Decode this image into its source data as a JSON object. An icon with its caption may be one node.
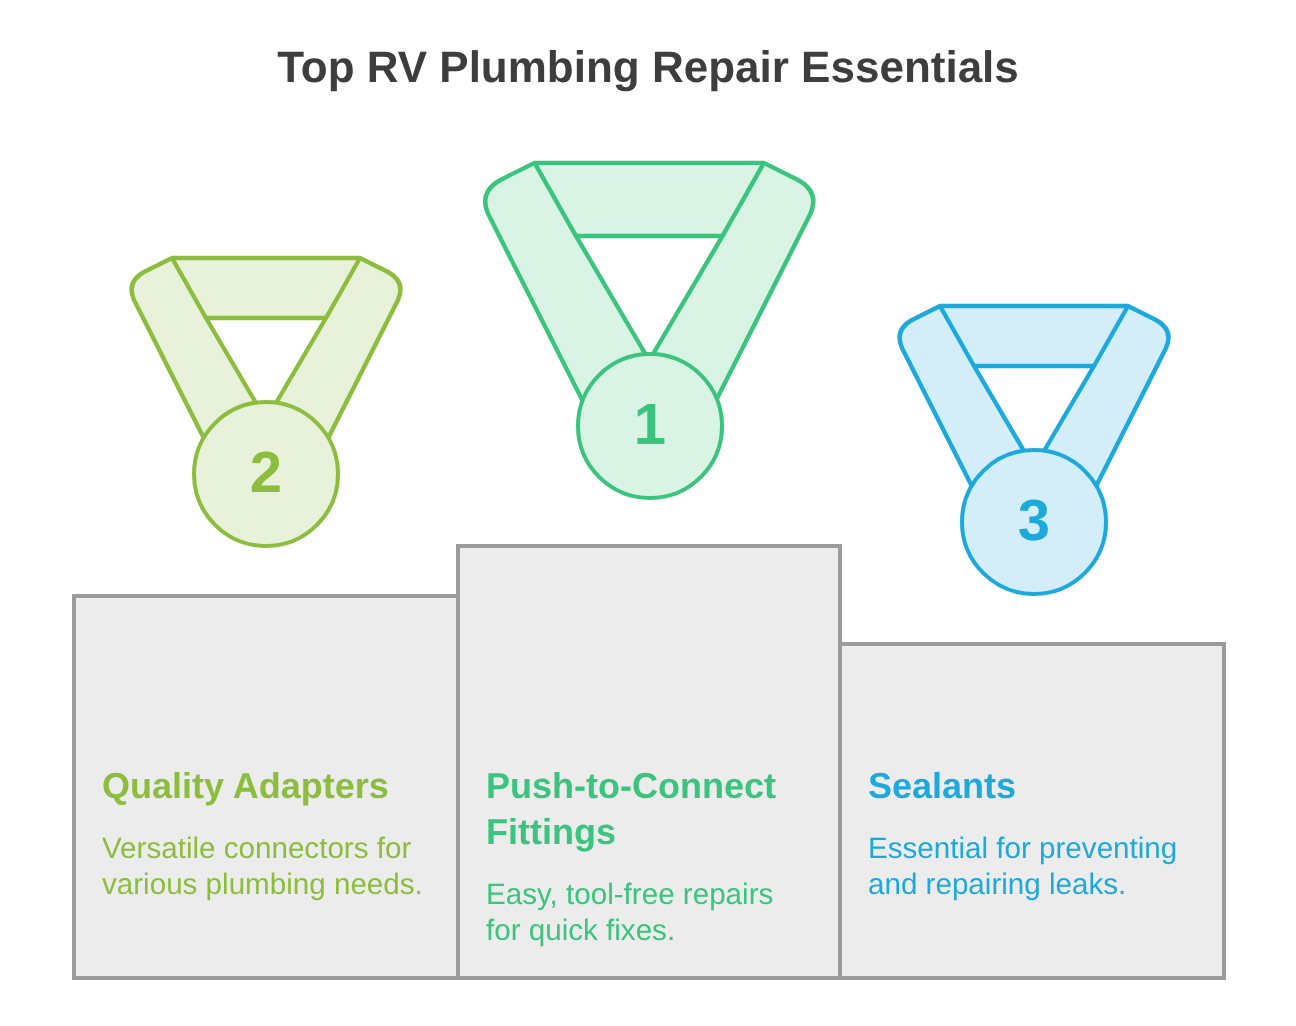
{
  "diagram": {
    "title": "Top RV Plumbing Repair Essentials",
    "nodes": [
      {
        "text": [
          "2"
        ]
      },
      {
        "text": [
          "1"
        ]
      },
      {
        "text": [
          "3"
        ]
      },
      {
        "text": [
          "Quality Adapters",
          "Versatile connectors for various plumbing needs."
        ]
      },
      {
        "text": [
          "Push-to-Connect Fittings",
          "Easy, tool-free repairs for quick fixes."
        ]
      },
      {
        "text": [
          "Sealants",
          "Essential for preventing and repairing leaks."
        ]
      }
    ]
  }
}
